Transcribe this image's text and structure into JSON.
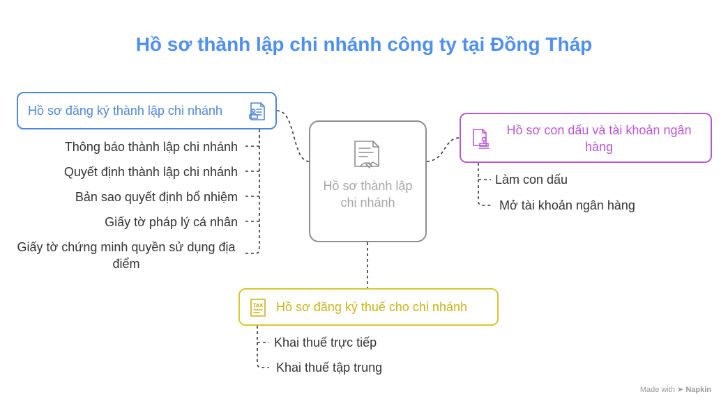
{
  "title": "Hồ sơ thành lập chi nhánh công ty tại Đồng Tháp",
  "center": {
    "label": "Hồ sơ thành lập chi nhánh",
    "icon": "handshake-document-icon"
  },
  "branches": {
    "registration": {
      "label": "Hồ sơ đăng ký thành lập chi nhánh",
      "icon": "id-document-icon",
      "color": "#4f86d9",
      "items": [
        "Thông báo thành lập chi nhánh",
        "Quyết định thành lập chi nhánh",
        "Bản sao quyết định bổ nhiệm",
        "Giấy tờ pháp lý cá nhân",
        "Giấy tờ chứng minh quyền sử dụng địa điểm"
      ]
    },
    "seal_bank": {
      "label": "Hồ sơ con dấu và tài khoản ngân hàng",
      "icon": "stamp-document-icon",
      "color": "#b857d6",
      "items": [
        "Làm con dấu",
        "Mở tài khoản ngân hàng"
      ]
    },
    "tax": {
      "label": "Hồ sơ đăng ký thuế cho chi nhánh",
      "icon": "tax-document-icon",
      "color": "#d8c62c",
      "items": [
        "Khai thuế trực tiếp",
        "Khai thuế tập trung"
      ]
    }
  },
  "watermark": {
    "prefix": "Made with",
    "brand": "Napkin"
  }
}
